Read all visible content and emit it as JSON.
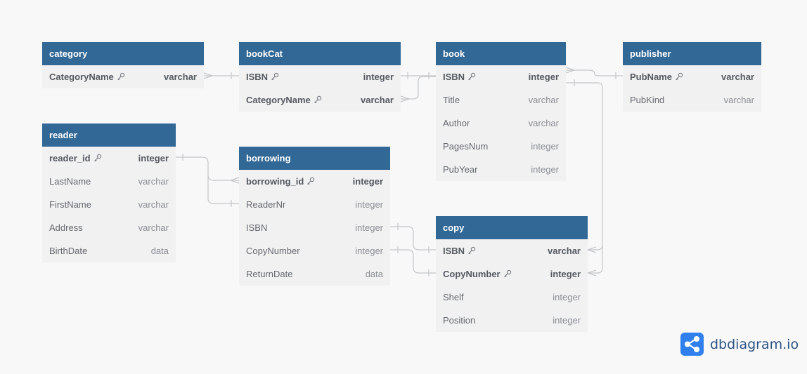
{
  "tables": [
    {
      "id": "category",
      "name": "category",
      "fields": [
        {
          "name": "CategoryName",
          "type": "varchar",
          "pk": true
        }
      ]
    },
    {
      "id": "bookCat",
      "name": "bookCat",
      "fields": [
        {
          "name": "ISBN",
          "type": "integer",
          "pk": true
        },
        {
          "name": "CategoryName",
          "type": "varchar",
          "pk": true
        }
      ]
    },
    {
      "id": "book",
      "name": "book",
      "fields": [
        {
          "name": "ISBN",
          "type": "integer",
          "pk": true
        },
        {
          "name": "Title",
          "type": "varchar",
          "pk": false
        },
        {
          "name": "Author",
          "type": "varchar",
          "pk": false
        },
        {
          "name": "PagesNum",
          "type": "integer",
          "pk": false
        },
        {
          "name": "PubYear",
          "type": "integer",
          "pk": false
        }
      ]
    },
    {
      "id": "publisher",
      "name": "publisher",
      "fields": [
        {
          "name": "PubName",
          "type": "varchar",
          "pk": true
        },
        {
          "name": "PubKind",
          "type": "varchar",
          "pk": false
        }
      ]
    },
    {
      "id": "reader",
      "name": "reader",
      "fields": [
        {
          "name": "reader_id",
          "type": "integer",
          "pk": true
        },
        {
          "name": "LastName",
          "type": "varchar",
          "pk": false
        },
        {
          "name": "FirstName",
          "type": "varchar",
          "pk": false
        },
        {
          "name": "Address",
          "type": "varchar",
          "pk": false
        },
        {
          "name": "BirthDate",
          "type": "data",
          "pk": false
        }
      ]
    },
    {
      "id": "borrowing",
      "name": "borrowing",
      "fields": [
        {
          "name": "borrowing_id",
          "type": "integer",
          "pk": true
        },
        {
          "name": "ReaderNr",
          "type": "integer",
          "pk": false
        },
        {
          "name": "ISBN",
          "type": "integer",
          "pk": false
        },
        {
          "name": "CopyNumber",
          "type": "integer",
          "pk": false
        },
        {
          "name": "ReturnDate",
          "type": "data",
          "pk": false
        }
      ]
    },
    {
      "id": "copy",
      "name": "copy",
      "fields": [
        {
          "name": "ISBN",
          "type": "varchar",
          "pk": true
        },
        {
          "name": "CopyNumber",
          "type": "integer",
          "pk": true
        },
        {
          "name": "Shelf",
          "type": "integer",
          "pk": false
        },
        {
          "name": "Position",
          "type": "integer",
          "pk": false
        }
      ]
    }
  ],
  "brand": {
    "name": "dbdiagram.io"
  },
  "colors": {
    "header": "#316896",
    "body": "#f1f1f2",
    "background": "#f8f8f9",
    "edge": "#c4c6c9",
    "brand": "#2c5282",
    "logo": "#2f80ed"
  }
}
